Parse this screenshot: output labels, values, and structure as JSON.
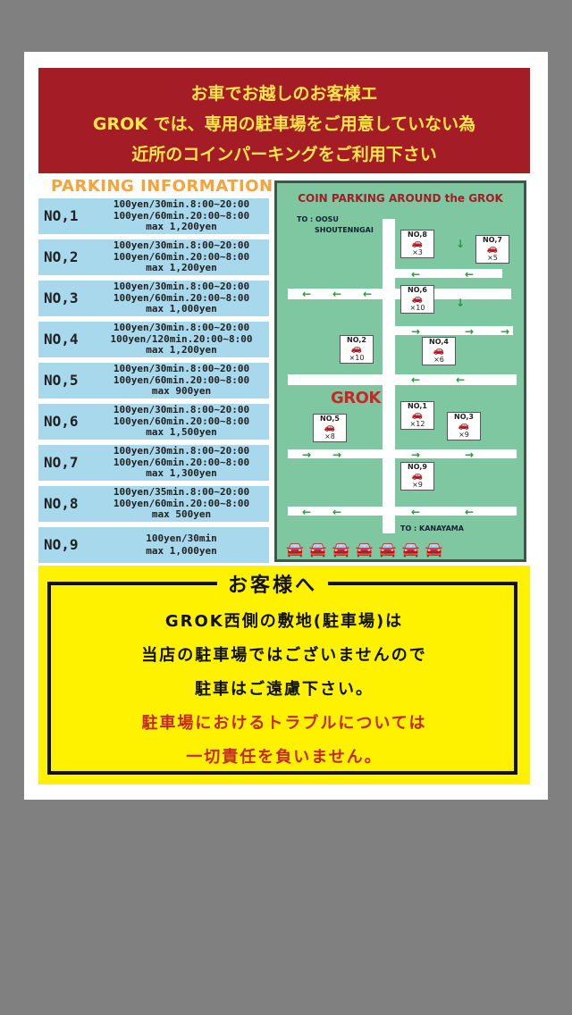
{
  "banner": {
    "line1": "お車でお越しのお客様エ",
    "line2": "GROK では、専用の駐車場をご用意していない為",
    "line3": "近所のコインパーキングをご利用下さい"
  },
  "parking_info_title": "PARKING INFORMATION",
  "lots": [
    {
      "no": "NO,1",
      "lines": [
        "100yen/30min.8:00~20:00",
        "100yen/60min.20:00~8:00",
        "max 1,200yen"
      ]
    },
    {
      "no": "NO,2",
      "lines": [
        "100yen/30min.8:00~20:00",
        "100yen/60min.20:00~8:00",
        "max 1,200yen"
      ]
    },
    {
      "no": "NO,3",
      "lines": [
        "100yen/30min.8:00~20:00",
        "100yen/60min.20:00~8:00",
        "max 1,000yen"
      ]
    },
    {
      "no": "NO,4",
      "lines": [
        "100yen/30min.8:00~20:00",
        "100yen/120min.20:00~8:00",
        "max 1,200yen"
      ]
    },
    {
      "no": "NO,5",
      "lines": [
        "100yen/30min.8:00~20:00",
        "100yen/60min.20:00~8:00",
        "max 900yen"
      ]
    },
    {
      "no": "NO,6",
      "lines": [
        "100yen/30min.8:00~20:00",
        "100yen/60min.20:00~8:00",
        "max 1,500yen"
      ]
    },
    {
      "no": "NO,7",
      "lines": [
        "100yen/30min.8:00~20:00",
        "100yen/60min.20:00~8:00",
        "max 1,300yen"
      ]
    },
    {
      "no": "NO,8",
      "lines": [
        "100yen/35min.8:00~20:00",
        "100yen/60min.20:00~8:00",
        "max 500yen"
      ]
    },
    {
      "no": "NO,9",
      "lines": [
        "100yen/30min",
        "max 1,000yen"
      ]
    }
  ],
  "map": {
    "title": "COIN PARKING AROUND the GROK",
    "to_north": "TO : OOSU",
    "to_north2": "SHOUTENNGAI",
    "to_south": "TO : KANAYAMA",
    "grok_label": "GROK",
    "spots": [
      {
        "label": "NO,8",
        "count": "×3"
      },
      {
        "label": "NO,7",
        "count": "×5"
      },
      {
        "label": "NO,6",
        "count": "×10"
      },
      {
        "label": "NO,2",
        "count": "×10"
      },
      {
        "label": "NO,4",
        "count": "×6"
      },
      {
        "label": "NO,1",
        "count": "×12"
      },
      {
        "label": "NO,5",
        "count": "×8"
      },
      {
        "label": "NO,3",
        "count": "×9"
      },
      {
        "label": "NO,9",
        "count": "×9"
      }
    ],
    "car_icon": "car-icon"
  },
  "notice": {
    "title": "お客様へ",
    "line1": "GROK西側の敷地(駐車場)は",
    "line2": "当店の駐車場ではございませんので",
    "line3": "駐車はご遠慮下さい。",
    "line4": "駐車場におけるトラブルについては",
    "line5": "一切責任を負いません。"
  },
  "colors": {
    "banner_bg": "#a41c25",
    "banner_text": "#ffe74a",
    "lot_row_bg": "#a7d8ec",
    "map_bg": "#7fc7a0",
    "notice_bg": "#fff200",
    "alert_text": "#c62828"
  }
}
